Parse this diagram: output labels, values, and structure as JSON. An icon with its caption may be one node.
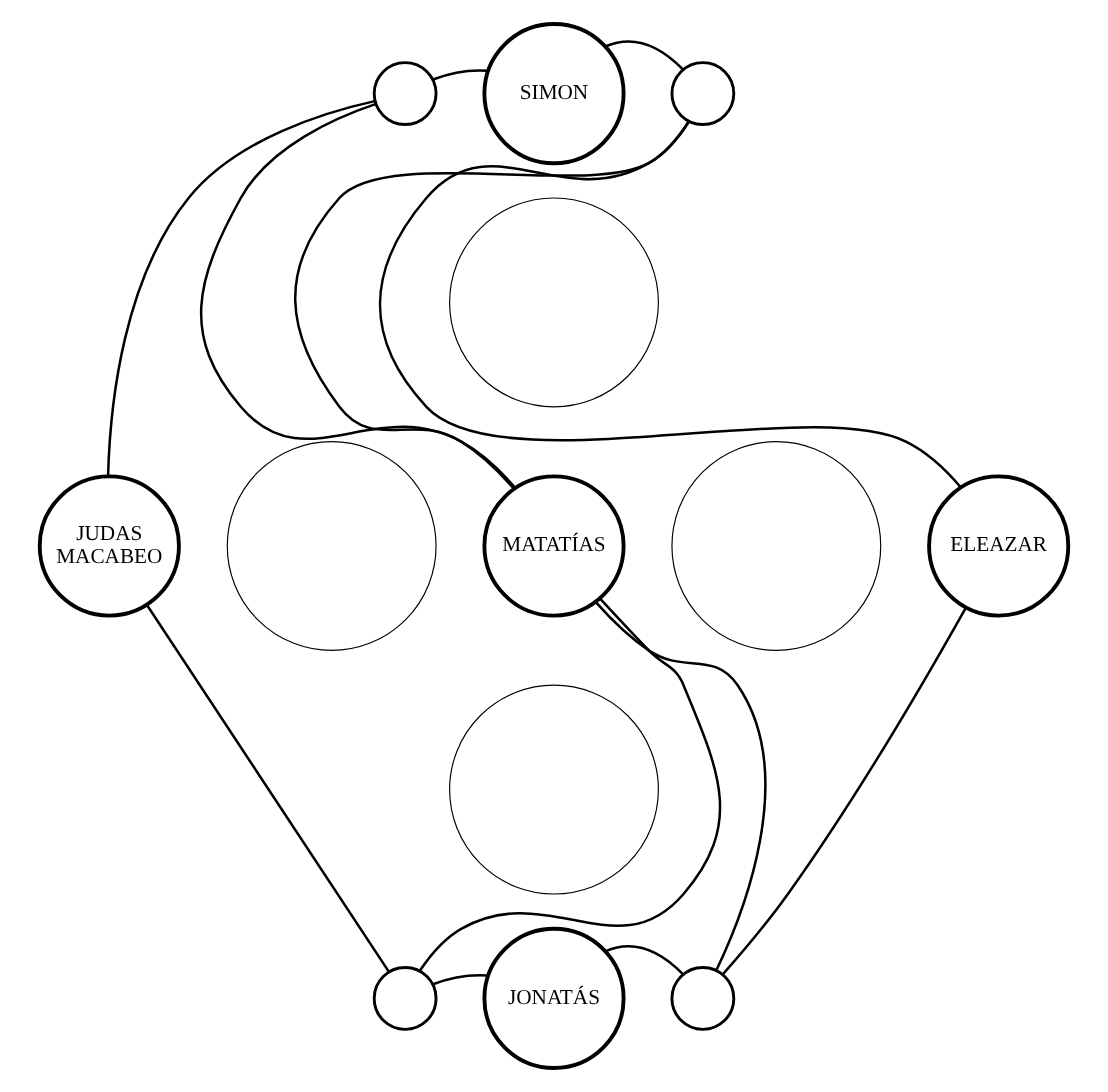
{
  "diagram": {
    "nodes": [
      {
        "text": [],
        "shape": "circle"
      },
      {
        "text": [
          "SIMON"
        ]
      },
      {
        "text": [],
        "shape": "circle"
      },
      {
        "text": [],
        "shape": "circle"
      },
      {
        "text": [
          "JUDAS MACABEO"
        ]
      },
      {
        "text": [],
        "shape": "circle"
      },
      {
        "text": [
          "MATATÍAS"
        ]
      },
      {
        "text": [],
        "shape": "circle"
      },
      {
        "text": [
          "ELEAZAR"
        ]
      },
      {
        "text": [],
        "shape": "circle"
      },
      {
        "text": [],
        "shape": "circle"
      },
      {
        "text": [
          "JONATÁS"
        ]
      },
      {
        "text": [],
        "shape": "circle"
      }
    ],
    "edges": [
      {
        "from": 0,
        "to": 1,
        "arrow": "none"
      },
      {
        "from": 2,
        "to": 1,
        "arrow": "none"
      },
      {
        "from": 0,
        "to": 4,
        "arrow": "none"
      },
      {
        "from": 0,
        "to": 6,
        "arrow": "none"
      },
      {
        "from": 2,
        "to": 8,
        "arrow": "none"
      },
      {
        "from": 2,
        "to": 6,
        "arrow": "none"
      },
      {
        "from": 10,
        "to": 4,
        "arrow": "none"
      },
      {
        "from": 10,
        "to": 6,
        "arrow": "none"
      },
      {
        "from": 10,
        "to": 11,
        "arrow": "none"
      },
      {
        "from": 12,
        "to": 8,
        "arrow": "none"
      },
      {
        "from": 12,
        "to": 6,
        "arrow": "none"
      },
      {
        "from": 12,
        "to": 11,
        "arrow": "none"
      }
    ]
  }
}
